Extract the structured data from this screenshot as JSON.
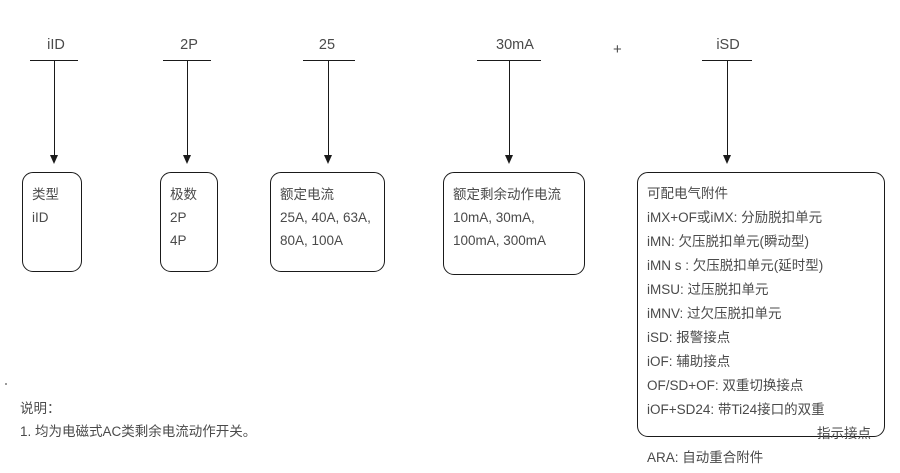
{
  "diagram": {
    "title_code": "iID 2P 25 30mA + iSD",
    "plus_separator": "+",
    "segments": [
      {
        "code": "iID",
        "box_lines": [
          "类型",
          "iID"
        ]
      },
      {
        "code": "2P",
        "box_lines": [
          "极数",
          "2P",
          "4P"
        ]
      },
      {
        "code": "25",
        "box_lines": [
          "额定电流",
          "25A, 40A, 63A,",
          "80A, 100A"
        ]
      },
      {
        "code": "30mA",
        "box_lines": [
          "额定剩余动作电流",
          "10mA, 30mA,",
          "100mA, 300mA"
        ]
      },
      {
        "code": "iSD",
        "box_lines": [
          "可配电气附件",
          "iMX+OF或iMX: 分励脱扣单元",
          "iMN: 欠压脱扣单元(瞬动型)",
          "iMN s : 欠压脱扣单元(延时型)",
          "iMSU: 过压脱扣单元",
          "iMNV: 过欠压脱扣单元",
          "iSD: 报警接点",
          "iOF: 辅助接点",
          "OF/SD+OF: 双重切换接点",
          "iOF+SD24: 带Ti24接口的双重",
          "指示接点",
          "ARA: 自动重合附件"
        ]
      }
    ]
  },
  "footnote": {
    "heading": "说明：",
    "items": [
      "1. 均为电磁式AC类剩余电流动作开关。"
    ]
  },
  "colors": {
    "line": "#1a1a1a",
    "text": "#4a4a4a",
    "background": "#ffffff"
  }
}
